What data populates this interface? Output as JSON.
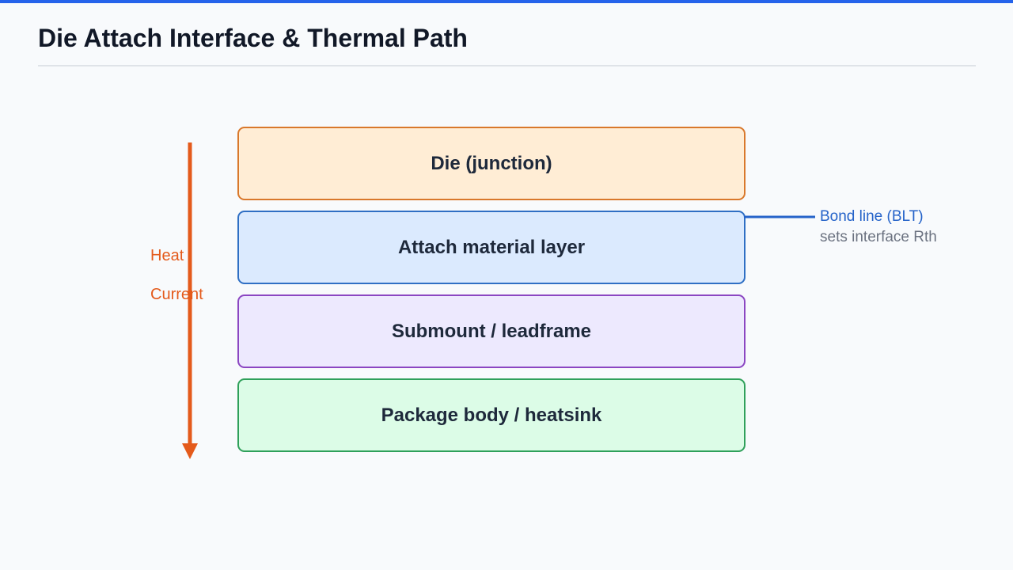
{
  "title": "Die Attach Interface & Thermal Path",
  "colors": {
    "accent_bar": "#2563eb",
    "heat": "#e45a1b",
    "callout": "#2563c9",
    "callout_sub": "#6b7280"
  },
  "layers": [
    {
      "label": "Die (junction)",
      "fill": "#ffedd5",
      "border": "#d9782b"
    },
    {
      "label": "Attach material layer",
      "fill": "#dbeafe",
      "border": "#2f6fc4"
    },
    {
      "label": "Submount / leadframe",
      "fill": "#ede9fe",
      "border": "#8b46c2"
    },
    {
      "label": "Package body / heatsink",
      "fill": "#dcfce7",
      "border": "#2fa05a"
    }
  ],
  "heat_flow": {
    "label_line1": "Heat",
    "label_line2": "Current",
    "direction": "down"
  },
  "callout": {
    "title": "Bond line (BLT)",
    "subtitle": "sets interface Rth"
  }
}
